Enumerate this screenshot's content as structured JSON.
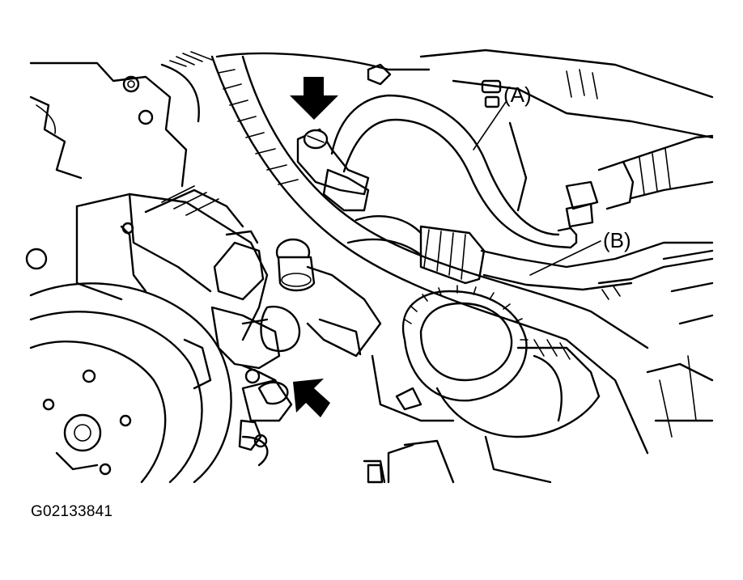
{
  "figure": {
    "code": "G02133841",
    "labels": {
      "a": "(A)",
      "b": "(B)"
    }
  }
}
